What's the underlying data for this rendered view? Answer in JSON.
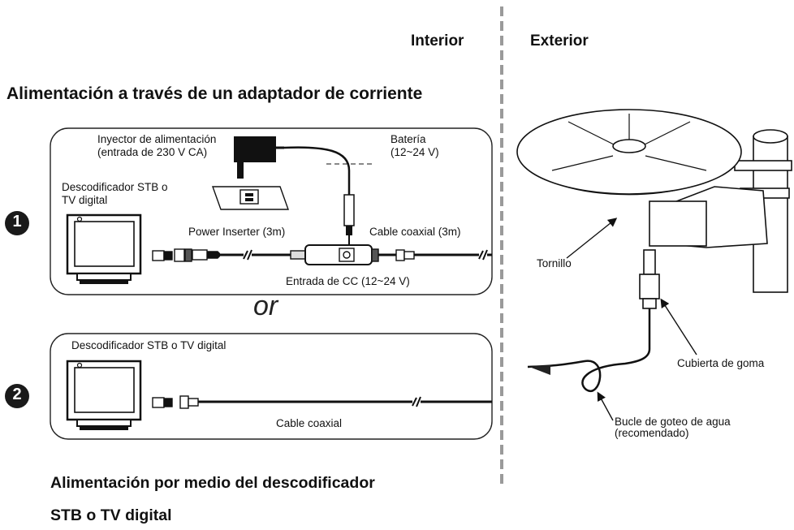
{
  "zones": {
    "interior": "Interior",
    "exterior": "Exterior"
  },
  "title": "Alimentación a través de un adaptador de corriente",
  "option1": {
    "marker": "1",
    "injector_line1": "Inyector de alimentación",
    "injector_line2": "(entrada de 230 V CA)",
    "battery_line1": "Batería",
    "battery_line2": "(12~24 V)",
    "stb_line1": "Descodificador STB o",
    "stb_line2": "TV digital",
    "power_inserter": "Power Inserter (3m)",
    "coax": "Cable coaxial (3m)",
    "dc_input": "Entrada de CC (12~24 V)"
  },
  "or_text": "or",
  "option2": {
    "marker": "2",
    "stb": "Descodificador STB o TV digital",
    "coax": "Cable coaxial"
  },
  "antenna": {
    "screw": "Tornillo",
    "rubber_cover": "Cubierta de goma",
    "drip_loop_line1": "Bucle de goteo de agua",
    "drip_loop_line2": "(recomendado)"
  },
  "footer_line1": "Alimentación por medio del descodificador",
  "footer_line2": "STB o TV digital"
}
